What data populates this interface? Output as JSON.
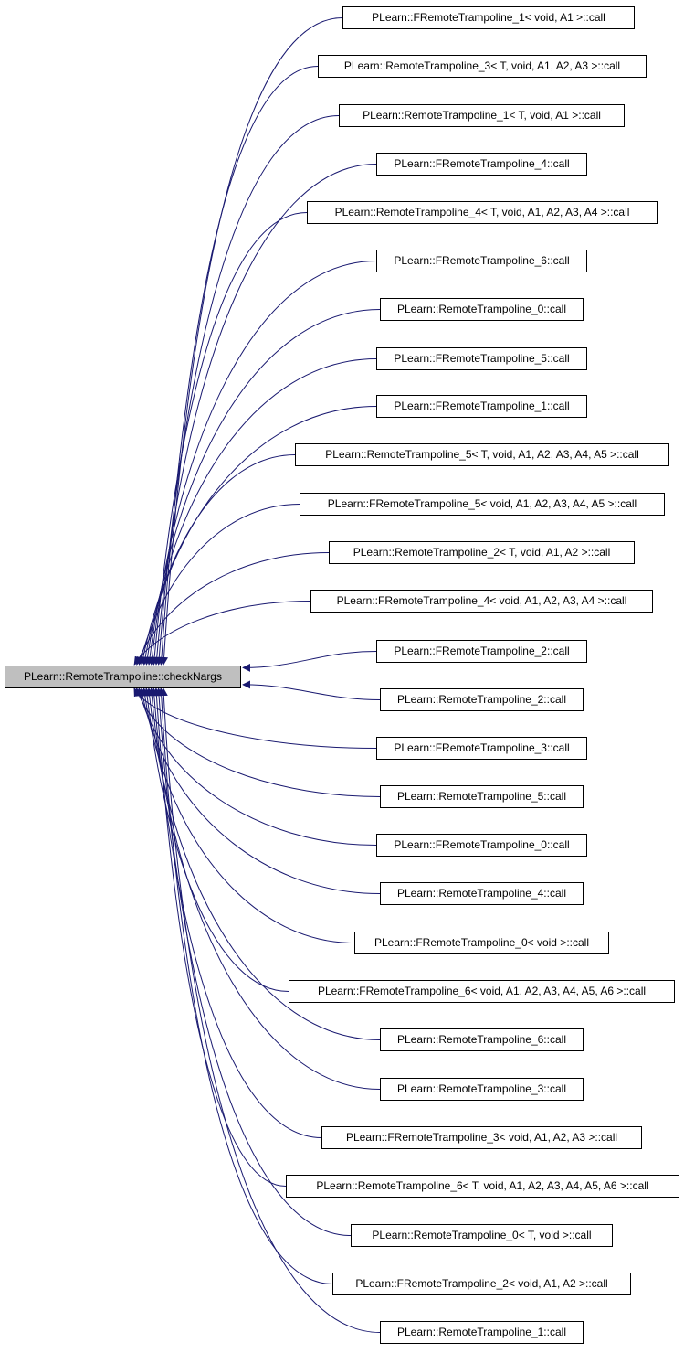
{
  "graph": {
    "root": {
      "label": "PLearn::RemoteTrampoline::checkNargs"
    },
    "callers": [
      {
        "label": "PLearn::FRemoteTrampoline_1< void, A1 >::call"
      },
      {
        "label": "PLearn::RemoteTrampoline_3< T, void, A1, A2, A3 >::call"
      },
      {
        "label": "PLearn::RemoteTrampoline_1< T, void, A1 >::call"
      },
      {
        "label": "PLearn::FRemoteTrampoline_4::call"
      },
      {
        "label": "PLearn::RemoteTrampoline_4< T, void, A1, A2, A3, A4 >::call"
      },
      {
        "label": "PLearn::FRemoteTrampoline_6::call"
      },
      {
        "label": "PLearn::RemoteTrampoline_0::call"
      },
      {
        "label": "PLearn::FRemoteTrampoline_5::call"
      },
      {
        "label": "PLearn::FRemoteTrampoline_1::call"
      },
      {
        "label": "PLearn::RemoteTrampoline_5< T, void, A1, A2, A3, A4, A5 >::call"
      },
      {
        "label": "PLearn::FRemoteTrampoline_5< void, A1, A2, A3, A4, A5 >::call"
      },
      {
        "label": "PLearn::RemoteTrampoline_2< T, void, A1, A2 >::call"
      },
      {
        "label": "PLearn::FRemoteTrampoline_4< void, A1, A2, A3, A4 >::call"
      },
      {
        "label": "PLearn::FRemoteTrampoline_2::call"
      },
      {
        "label": "PLearn::RemoteTrampoline_2::call"
      },
      {
        "label": "PLearn::FRemoteTrampoline_3::call"
      },
      {
        "label": "PLearn::RemoteTrampoline_5::call"
      },
      {
        "label": "PLearn::FRemoteTrampoline_0::call"
      },
      {
        "label": "PLearn::RemoteTrampoline_4::call"
      },
      {
        "label": "PLearn::FRemoteTrampoline_0< void >::call"
      },
      {
        "label": "PLearn::FRemoteTrampoline_6< void, A1, A2, A3, A4, A5, A6 >::call"
      },
      {
        "label": "PLearn::RemoteTrampoline_6::call"
      },
      {
        "label": "PLearn::RemoteTrampoline_3::call"
      },
      {
        "label": "PLearn::FRemoteTrampoline_3< void, A1, A2, A3 >::call"
      },
      {
        "label": "PLearn::RemoteTrampoline_6< T, void, A1, A2, A3, A4, A5, A6 >::call"
      },
      {
        "label": "PLearn::RemoteTrampoline_0< T, void >::call"
      },
      {
        "label": "PLearn::FRemoteTrampoline_2< void, A1, A2 >::call"
      },
      {
        "label": "PLearn::RemoteTrampoline_1::call"
      }
    ],
    "colors": {
      "edge": "#191970",
      "root_fill": "#bfbfbf",
      "node_fill": "#ffffff",
      "border": "#000000"
    }
  }
}
